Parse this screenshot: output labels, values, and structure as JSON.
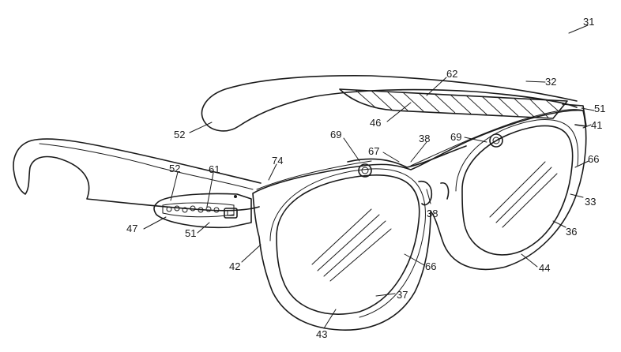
{
  "figure": {
    "labels": [
      {
        "id": "lbl-31",
        "text": "31"
      },
      {
        "id": "lbl-32",
        "text": "32"
      },
      {
        "id": "lbl-62",
        "text": "62"
      },
      {
        "id": "lbl-51-right",
        "text": "51"
      },
      {
        "id": "lbl-41",
        "text": "41"
      },
      {
        "id": "lbl-46",
        "text": "46"
      },
      {
        "id": "lbl-52-top",
        "text": "52"
      },
      {
        "id": "lbl-69-left",
        "text": "69"
      },
      {
        "id": "lbl-38-top",
        "text": "38"
      },
      {
        "id": "lbl-69-right",
        "text": "69"
      },
      {
        "id": "lbl-67",
        "text": "67"
      },
      {
        "id": "lbl-74",
        "text": "74"
      },
      {
        "id": "lbl-66-right",
        "text": "66"
      },
      {
        "id": "lbl-52-left",
        "text": "52"
      },
      {
        "id": "lbl-61",
        "text": "61"
      },
      {
        "id": "lbl-33",
        "text": "33"
      },
      {
        "id": "lbl-38-mid",
        "text": "38"
      },
      {
        "id": "lbl-47",
        "text": "47"
      },
      {
        "id": "lbl-51-left",
        "text": "51"
      },
      {
        "id": "lbl-36",
        "text": "36"
      },
      {
        "id": "lbl-42",
        "text": "42"
      },
      {
        "id": "lbl-66-mid",
        "text": "66"
      },
      {
        "id": "lbl-44",
        "text": "44"
      },
      {
        "id": "lbl-37",
        "text": "37"
      },
      {
        "id": "lbl-43",
        "text": "43"
      }
    ]
  }
}
